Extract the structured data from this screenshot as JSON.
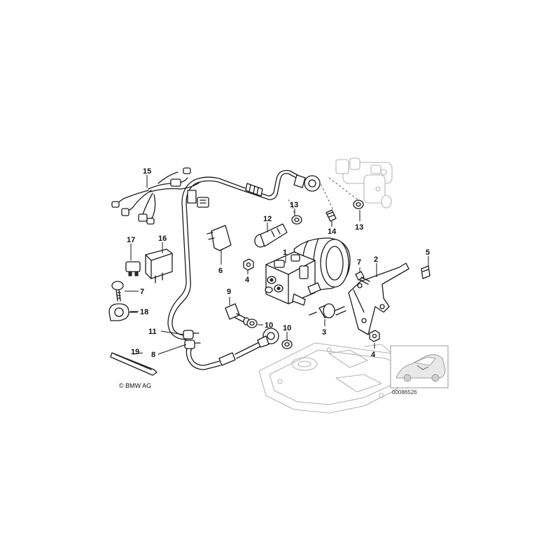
{
  "callouts": {
    "c1": "1",
    "c2": "2",
    "c3": "3",
    "c4a": "4",
    "c4b": "4",
    "c5": "5",
    "c6": "6",
    "c7a": "7",
    "c7b": "7",
    "c8": "8",
    "c9": "9",
    "c10a": "10",
    "c10b": "10",
    "c11": "11",
    "c12": "12",
    "c13a": "13",
    "c13b": "13",
    "c14": "14",
    "c15": "15",
    "c16": "16",
    "c17": "17",
    "c18": "18",
    "c19": "19"
  },
  "copyright": "© BMW AG",
  "doc_number": "00086526"
}
